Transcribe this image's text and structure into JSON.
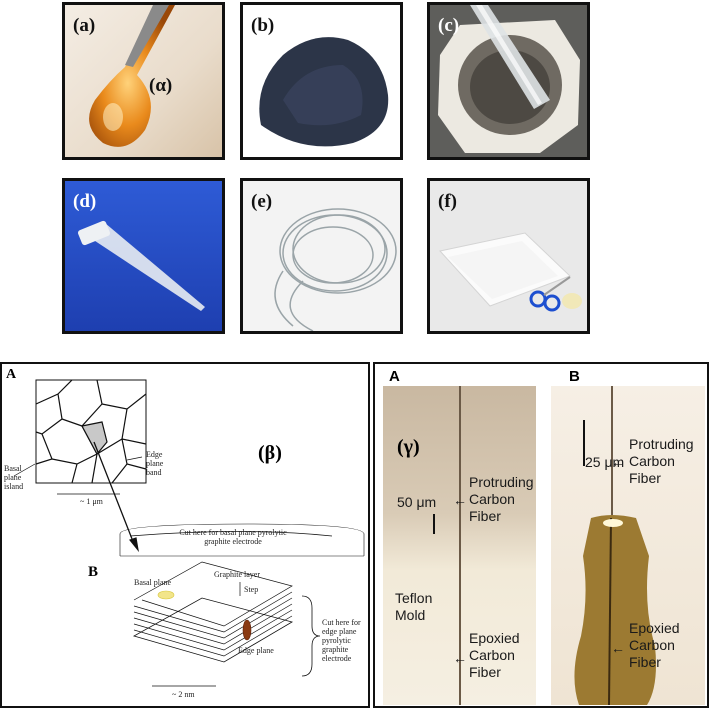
{
  "top_panels": {
    "a": {
      "label": "(a)",
      "sub": "(α)"
    },
    "b": {
      "label": "(b)"
    },
    "c": {
      "label": "(c)"
    },
    "d": {
      "label": "(d)"
    },
    "e": {
      "label": "(e)"
    },
    "f": {
      "label": "(f)"
    }
  },
  "beta": {
    "panel_label": "(β)",
    "label_A": "A",
    "label_B": "B",
    "basal_island": "Basal plane island",
    "edge_band": "Edge plane band",
    "scale_1": "~ 1 μm",
    "cut_basal": "Cut here for basal plane pyrolytic graphite electrode",
    "graphite_layer": "Graphite layer",
    "basal_plane": "Basal plane",
    "step": "Step",
    "cut_edge": "Cut here for edge plane pyrolytic graphite electrode",
    "edge_plane": "Edge plane",
    "scale_2": "~ 2 nm"
  },
  "gamma": {
    "panel_label": "(γ)",
    "label_A": "A",
    "label_B": "B",
    "scale_A": "50 μm",
    "scale_B": "25 μm",
    "protruding_A": "Protruding Carbon Fiber",
    "teflon": "Teflon Mold",
    "epoxied_A": "Epoxied Carbon Fiber",
    "protruding_B": "Protruding Carbon Fiber",
    "epoxied_B": "Epoxied Carbon Fiber"
  }
}
